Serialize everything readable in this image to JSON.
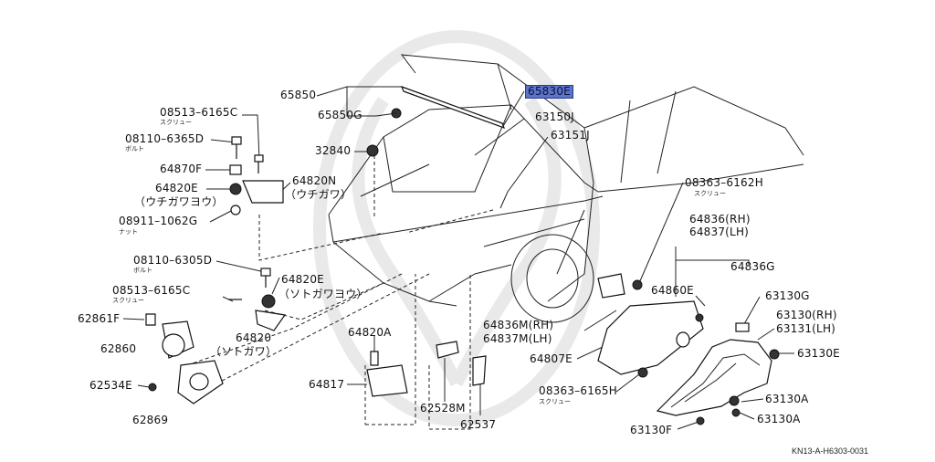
{
  "labels": {
    "p65850": "65850",
    "p65850g": "65850G",
    "p65830e": "65830E",
    "p63150j": "63150J",
    "p63151j": "63151J",
    "p32840": "32840",
    "p08513_6165c_a": "08513–6165C",
    "p08110_6365d": "08110–6365D",
    "p64870f": "64870F",
    "p64820e_a": "64820E",
    "p64820n": "64820N",
    "p08911_1062g": "08911–1062G",
    "p08110_6305d": "08110–6305D",
    "p64820e_b": "64820E",
    "p08513_6165c_b": "08513–6165C",
    "p62861f": "62861F",
    "p62860": "62860",
    "p64820": "64820",
    "p62534e": "62534E",
    "p62869": "62869",
    "p64820a": "64820A",
    "p64817": "64817",
    "p62528m": "62528M",
    "p62537": "62537",
    "p64836m": "64836M(RH)",
    "p64837m": "64837M(LH)",
    "p64807e": "64807E",
    "p08363_6165h": "08363–6165H",
    "p08363_6162h": "08363–6162H",
    "p64836": "64836(RH)",
    "p64837": "64837(LH)",
    "p64836g": "64836G",
    "p64860e": "64860E",
    "p63130g": "63130G",
    "p63130": "63130(RH)",
    "p63131": "63131(LH)",
    "p63130e": "63130E",
    "p63130a_a": "63130A",
    "p63130a_b": "63130A",
    "p63130f": "63130F"
  },
  "sublabels": {
    "screw1": "スクリュー",
    "bolt1": "ボルト",
    "inner_a": "（ウチガワヨウ）",
    "inner_b": "（ウチガワ）",
    "nut": "ナット",
    "bolt2": "ボルト",
    "outer_a": "（ソトガワヨウ）",
    "screw2": "スクリュー",
    "outer_b": "（ソトガワ）",
    "screw3": "スクリュー",
    "screw4": "スクリュー"
  },
  "reference_code": "KN13-A-H6303-0031",
  "highlight_color": "#5b73c9"
}
